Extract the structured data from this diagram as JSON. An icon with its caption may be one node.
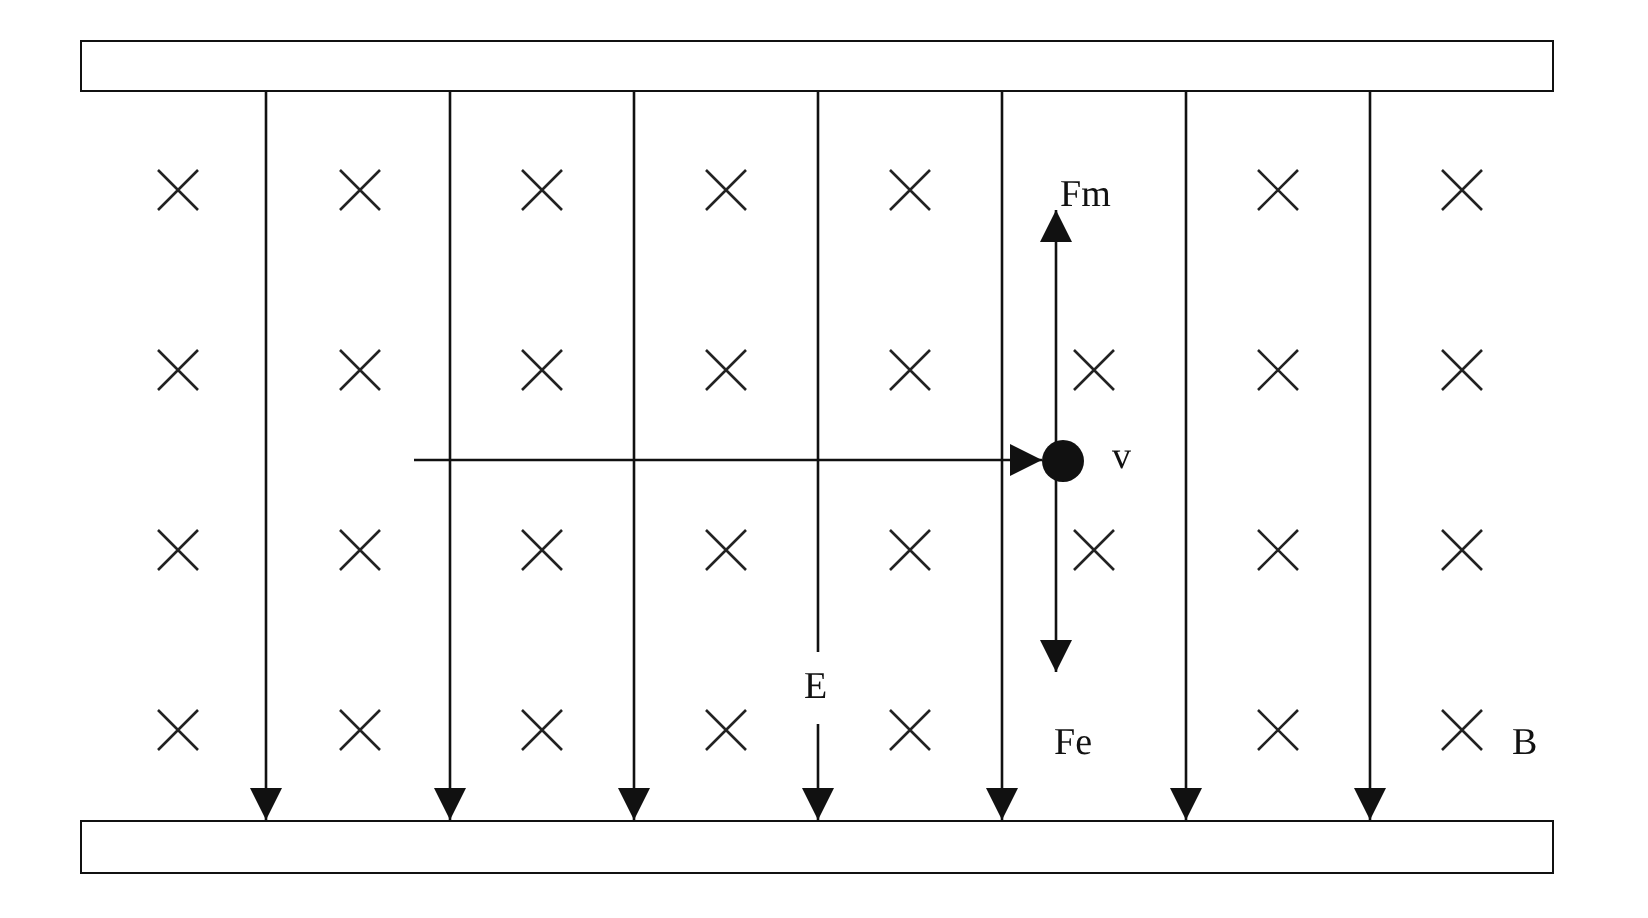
{
  "diagram": {
    "nodes": [
      {
        "text": [],
        "shape": "bar"
      },
      {
        "text": [],
        "shape": "circle"
      },
      {
        "text": [],
        "shape": "bar"
      }
    ],
    "edges": [
      {
        "from": 0,
        "to": 2,
        "arrow": "to"
      },
      {
        "from": 0,
        "to": 2,
        "arrow": "to"
      },
      {
        "from": 0,
        "to": 2,
        "arrow": "to"
      },
      {
        "from": 0,
        "to": 2,
        "arrow": "to",
        "label": "E"
      },
      {
        "from": 0,
        "to": 2,
        "arrow": "to"
      },
      {
        "from": 0,
        "to": 2,
        "arrow": "to"
      },
      {
        "from": 0,
        "to": 2,
        "arrow": "to"
      }
    ],
    "labels": [
      "Fm",
      "v",
      "Fe",
      "B"
    ]
  }
}
